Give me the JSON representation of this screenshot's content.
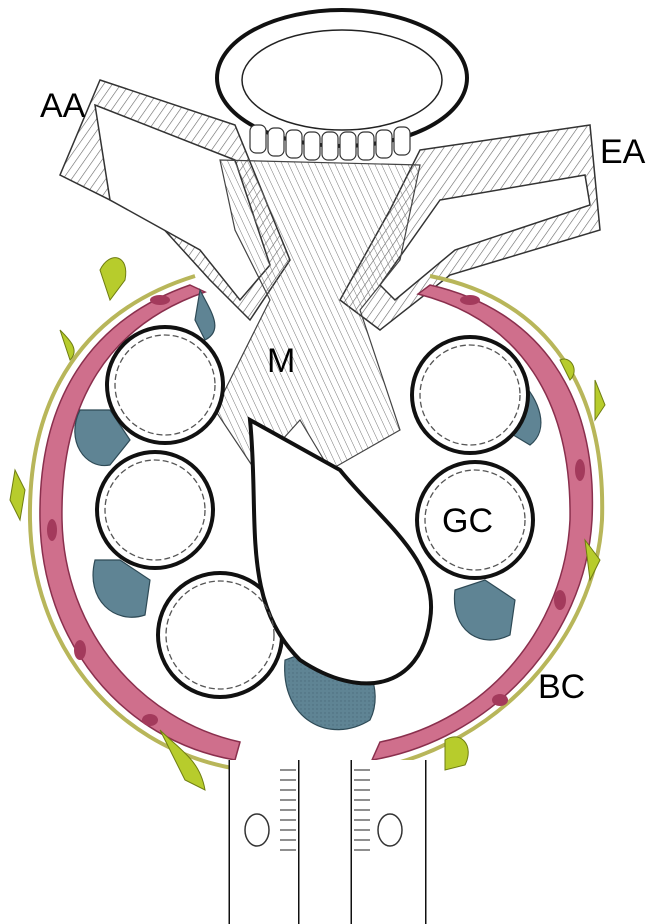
{
  "labels": {
    "afferent": "AA",
    "efferent": "EA",
    "mesangium": "M",
    "glomerular_capillary": "GC",
    "bowman_capsule": "BC"
  },
  "colors": {
    "line": "#111111",
    "background": "#ffffff",
    "parietal_layer": "#cf6f8c",
    "parietal_nuclei": "#a33a5c",
    "podocyte": "#5f8494",
    "capsule_rim": "#b8b65a",
    "interstitial_cell": "#b7cc2c",
    "hatch": "#555555"
  }
}
